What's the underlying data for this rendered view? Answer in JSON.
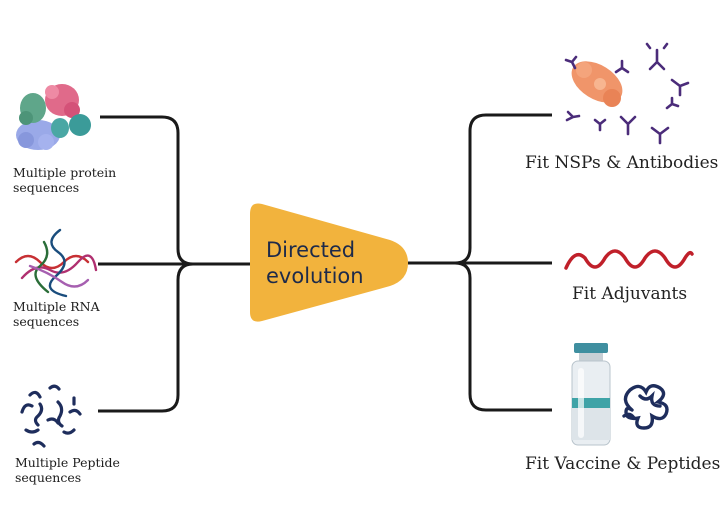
{
  "inputs": {
    "protein": {
      "line1": "Multiple protein",
      "line2": "sequences"
    },
    "rna": {
      "line1": "Multiple RNA",
      "line2": "sequences"
    },
    "peptide": {
      "line1": "Multiple Peptide",
      "line2": "sequences"
    }
  },
  "center": {
    "line1": "Directed",
    "line2": "evolution",
    "color": "#f2b33d"
  },
  "outputs": {
    "nsps": "Fit NSPs & Antibodies",
    "adjuvants": "Fit Adjuvants",
    "vaccine": "Fit Vaccine & Peptides"
  },
  "icons": {
    "protein": "protein-complex-icon",
    "rna": "rna-strands-icon",
    "peptide": "peptide-fragments-icon",
    "nsps": "nanoparticle-antibodies-icon",
    "adjuvant": "adjuvant-wave-icon",
    "vial": "vaccine-vial-icon",
    "peptide_coil": "peptide-coil-icon"
  },
  "colors": {
    "line": "#1a1a1a",
    "funnel": "#f2b33d",
    "adjuvant_wave": "#c0202a",
    "antibody": "#4b2c7a",
    "nanoparticle": "#f0956a",
    "peptide": "#1e2d5c"
  }
}
